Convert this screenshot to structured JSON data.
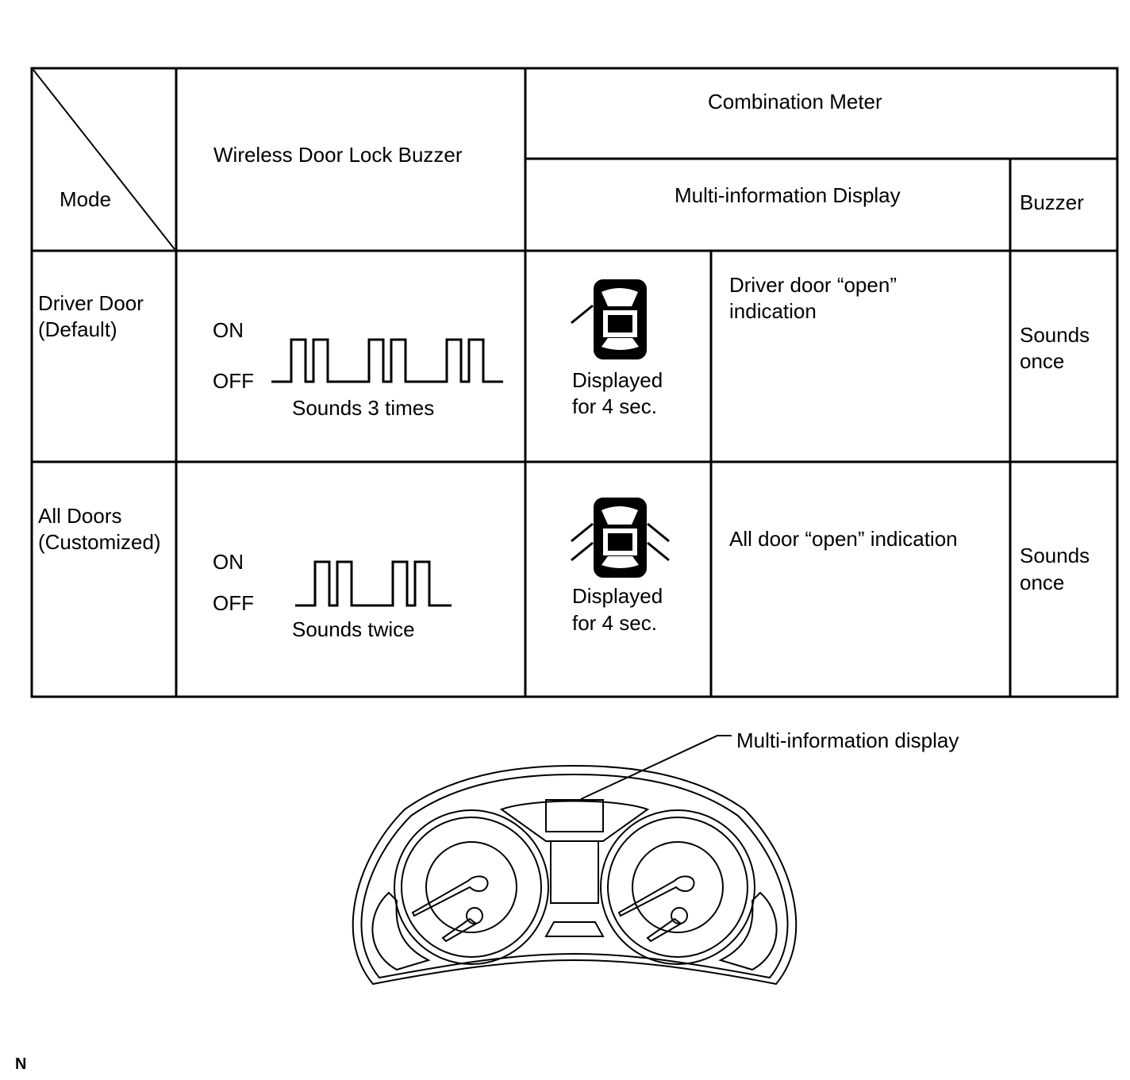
{
  "table": {
    "header": {
      "corner_label": "Mode",
      "wireless_buzzer": "Wireless Door Lock Buzzer",
      "combination_meter": "Combination Meter",
      "multi_info_display": "Multi-information Display",
      "buzzer": "Buzzer"
    },
    "rows": [
      {
        "mode_line1": "Driver Door",
        "mode_line2": "(Default)",
        "on_label": "ON",
        "off_label": "OFF",
        "pulse_count": 3,
        "sound_caption": "Sounds 3 times",
        "displayed_line1": "Displayed",
        "displayed_line2": "for 4 sec.",
        "indication_line1": "Driver door “open”",
        "indication_line2": "indication",
        "buzzer_line1": "Sounds",
        "buzzer_line2": "once"
      },
      {
        "mode_line1": "All Doors",
        "mode_line2": "(Customized)",
        "on_label": "ON",
        "off_label": "OFF",
        "pulse_count": 2,
        "sound_caption": "Sounds twice",
        "displayed_line1": "Displayed",
        "displayed_line2": "for 4 sec.",
        "indication_line1": "All door “open” indication",
        "buzzer_line1": "Sounds",
        "buzzer_line2": "once"
      }
    ]
  },
  "cluster": {
    "callout_label": "Multi-information display"
  },
  "footer": {
    "code": "N"
  }
}
